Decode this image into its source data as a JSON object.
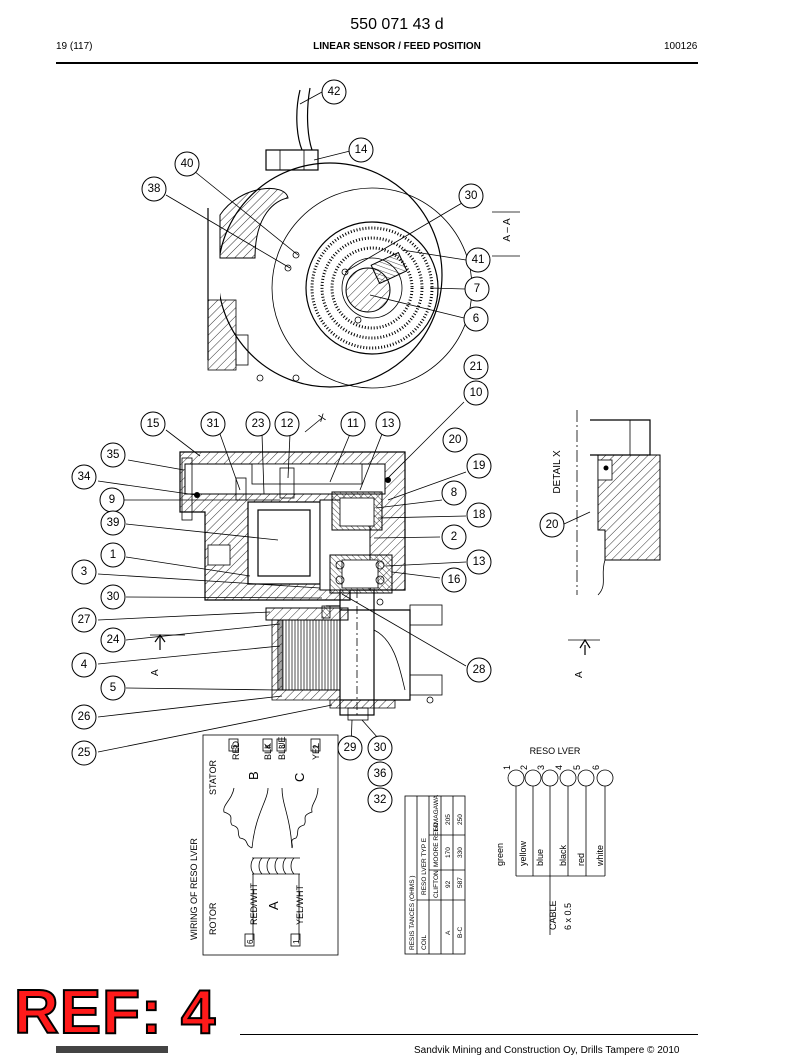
{
  "header": {
    "doc_number": "550 071 43 d",
    "page_count": "19 (117)",
    "title": "LINEAR SENSOR / FEED POSITION",
    "date_code": "100126"
  },
  "callouts": [
    {
      "n": "42"
    },
    {
      "n": "14"
    },
    {
      "n": "40"
    },
    {
      "n": "38"
    },
    {
      "n": "30"
    },
    {
      "n": "41"
    },
    {
      "n": "7"
    },
    {
      "n": "6"
    },
    {
      "n": "21"
    },
    {
      "n": "10"
    },
    {
      "n": "15"
    },
    {
      "n": "31"
    },
    {
      "n": "23"
    },
    {
      "n": "12"
    },
    {
      "n": "11"
    },
    {
      "n": "13"
    },
    {
      "n": "20"
    },
    {
      "n": "35"
    },
    {
      "n": "19"
    },
    {
      "n": "34"
    },
    {
      "n": "8"
    },
    {
      "n": "9"
    },
    {
      "n": "18"
    },
    {
      "n": "39"
    },
    {
      "n": "2"
    },
    {
      "n": "1"
    },
    {
      "n": "13"
    },
    {
      "n": "3"
    },
    {
      "n": "16"
    },
    {
      "n": "30"
    },
    {
      "n": "27"
    },
    {
      "n": "24"
    },
    {
      "n": "4"
    },
    {
      "n": "28"
    },
    {
      "n": "5"
    },
    {
      "n": "26"
    },
    {
      "n": "25"
    },
    {
      "n": "29"
    },
    {
      "n": "30"
    },
    {
      "n": "36"
    },
    {
      "n": "32"
    },
    {
      "n": "20"
    }
  ],
  "section_labels": {
    "section_aa": "A – A",
    "detail_x": "DETAIL X",
    "x_mark": "X",
    "arrow_a_left": "A",
    "arrow_a_right": "A"
  },
  "wiring": {
    "title": "WIRING OF RESO   LVER",
    "stator": "STATOR",
    "rotor": "ROTOR",
    "coil_b": "B",
    "coil_c": "C",
    "coil_a": "A",
    "stator_wires": [
      {
        "color": "RED",
        "pin": "5"
      },
      {
        "color": "BLK",
        "pin": "4"
      },
      {
        "color": "BLUE",
        "pin": "3"
      },
      {
        "color": "YEL",
        "pin": "2"
      }
    ],
    "rotor_wires": [
      {
        "color": "RED/WHT",
        "pin": "6"
      },
      {
        "color": "YEL/WHT",
        "pin": "1"
      }
    ]
  },
  "resistance_table": {
    "title": "RESIS  TANCES (OHMS  )",
    "col_coil": "COIL",
    "col_type": "RESO  LVER TYP  E",
    "makers": [
      "CLIFTON",
      "MOORE REED",
      "TAMAGAWA"
    ],
    "rows": [
      {
        "coil": "A",
        "values": [
          "92",
          "170",
          "205"
        ]
      },
      {
        "coil": "B-C",
        "values": [
          "587",
          "330",
          "250"
        ]
      }
    ]
  },
  "resolver_cable": {
    "title": "RESO  LVER",
    "pins": [
      {
        "pin": "1",
        "color": "green"
      },
      {
        "pin": "2",
        "color": "yellow"
      },
      {
        "pin": "3",
        "color": "blue"
      },
      {
        "pin": "4",
        "color": "black"
      },
      {
        "pin": "5",
        "color": "red"
      },
      {
        "pin": "6",
        "color": "white"
      }
    ],
    "cable_label": "CABLE",
    "cable_spec": "6 x 0.5"
  },
  "footer": {
    "text": "Sandvik Mining and Construction Oy, Drills Tampere © 2010",
    "stamp": "REF: 4"
  }
}
